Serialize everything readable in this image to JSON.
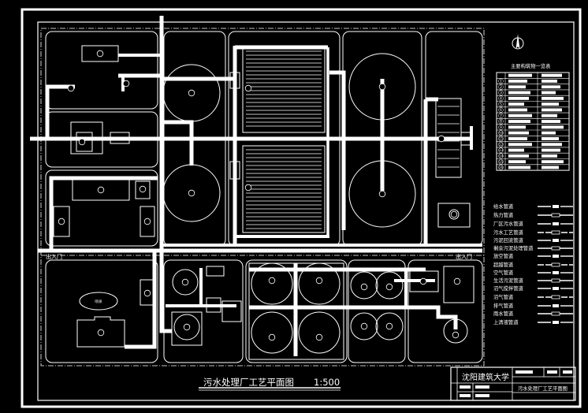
{
  "colors": {
    "background": "#000000",
    "line": "#ffffff"
  },
  "drawing": {
    "title": "污水处理厂工艺平面图",
    "scale": "1:500",
    "north_icon": "north-arrow-icon"
  },
  "site": {
    "gate_left": "出入门",
    "gate_right": "出入门",
    "fountain": "喷泉"
  },
  "structure_table": {
    "heading": "主要构筑物一览表",
    "row_numbers": [
      "1",
      "2",
      "3",
      "4",
      "5",
      "6",
      "7",
      "8",
      "9",
      "10",
      "11",
      "12",
      "13",
      "14",
      "15",
      "16"
    ]
  },
  "pipe_legend": {
    "items": [
      "给水管道",
      "热力管道",
      "厂区污水管道",
      "污水工艺管道",
      "污泥回流管道",
      "剩余污泥处理管道",
      "放空管道",
      "超越管道",
      "空气管道",
      "生活污泥管道",
      "沼气搅拌管道",
      "沼气管道",
      "排气管道",
      "雨水管道",
      "上清液管道"
    ]
  },
  "title_block": {
    "institution": "沈阳建筑大学",
    "drawing_name": "污水处理厂工艺平面图"
  }
}
